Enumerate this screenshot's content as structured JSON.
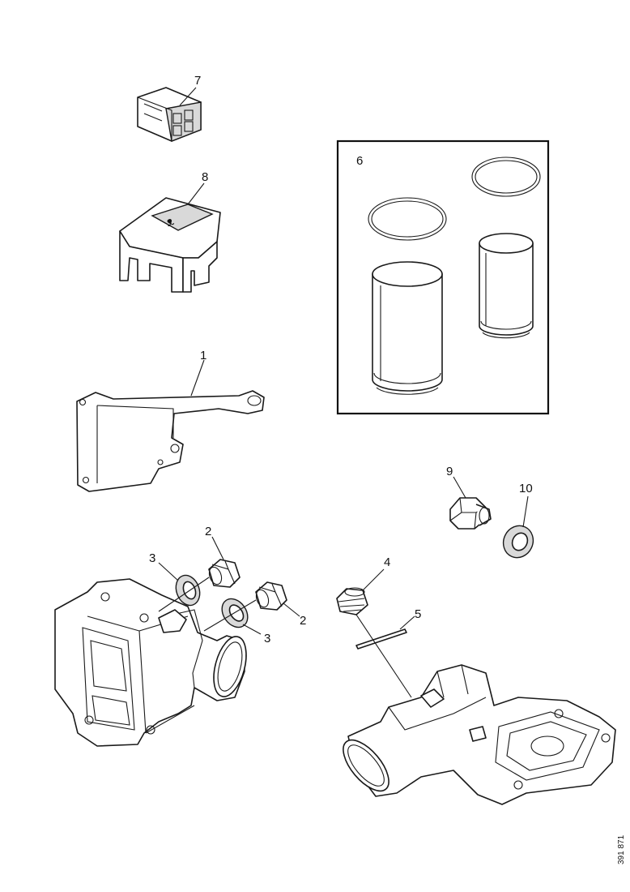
{
  "callouts": {
    "c1": "1",
    "c2a": "2",
    "c2b": "2",
    "c3a": "3",
    "c3b": "3",
    "c4": "4",
    "c5": "5",
    "c6": "6",
    "c7": "7",
    "c8": "8",
    "c9": "9",
    "c10": "10"
  },
  "drawing_ref": "391 871"
}
